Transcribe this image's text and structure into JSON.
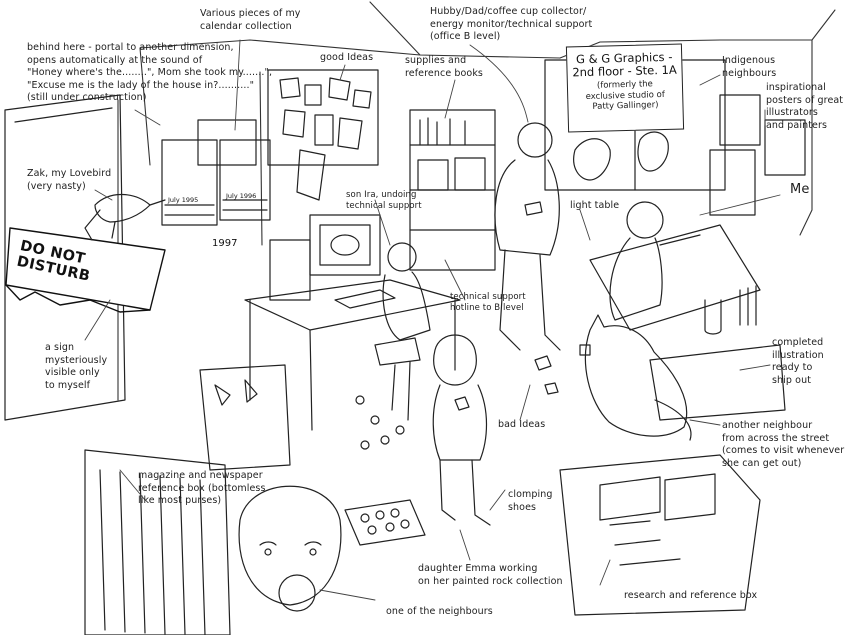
{
  "sign": {
    "text": "DO NOT DISTURB"
  },
  "studio_sign": {
    "title": "G & G Graphics -",
    "floor": "2nd floor - Ste. 1A",
    "note": "(formerly the\nexclusive studio of\nPatty Gallinger)"
  },
  "calendar": {
    "year": "1997",
    "cal1_label": "July 1995",
    "cal2_label": "July 1996"
  },
  "labels": {
    "portal": "behind here - portal to another dimension,\nopens automatically at the sound of\n\"Honey where's the........\", Mom she took my.......\",\n\"Excuse me is the lady of the house in?..........\"\n(still under construction)",
    "calendars": "Various pieces of my\ncalendar collection",
    "good_ideas": "good Ideas",
    "hubby": "Hubby/Dad/coffee cup collector/\nenergy monitor/technical support\n(office B level)",
    "supplies": "supplies and\nreference books",
    "neighbours_indigenous": "Indigenous\nneighbours",
    "posters": "inspirational\nposters of great\nillustrators\nand painters",
    "zak": "Zak, my Lovebird\n(very nasty)",
    "son": "son Ira, undoing\ntechnical support",
    "light_table": "light table",
    "me": "Me",
    "hotline": "technical support\nhotline to B level",
    "sign_desc": "a sign\nmysteriously\nvisible only\nto myself",
    "completed": "completed\nillustration\nready to\nship out",
    "bad_ideas": "bad Ideas",
    "neighbour_street": "another neighbour\nfrom across the street\n(comes to visit whenever\nshe can get out)",
    "magazine": "magazine and newspaper\nreference box (bottomless\nlike most purses)",
    "shoes": "clomping\nshoes",
    "emma": "daughter Emma working\non her painted rock collection",
    "research": "research and reference box",
    "neighbours_one": "one of the neighbours"
  }
}
